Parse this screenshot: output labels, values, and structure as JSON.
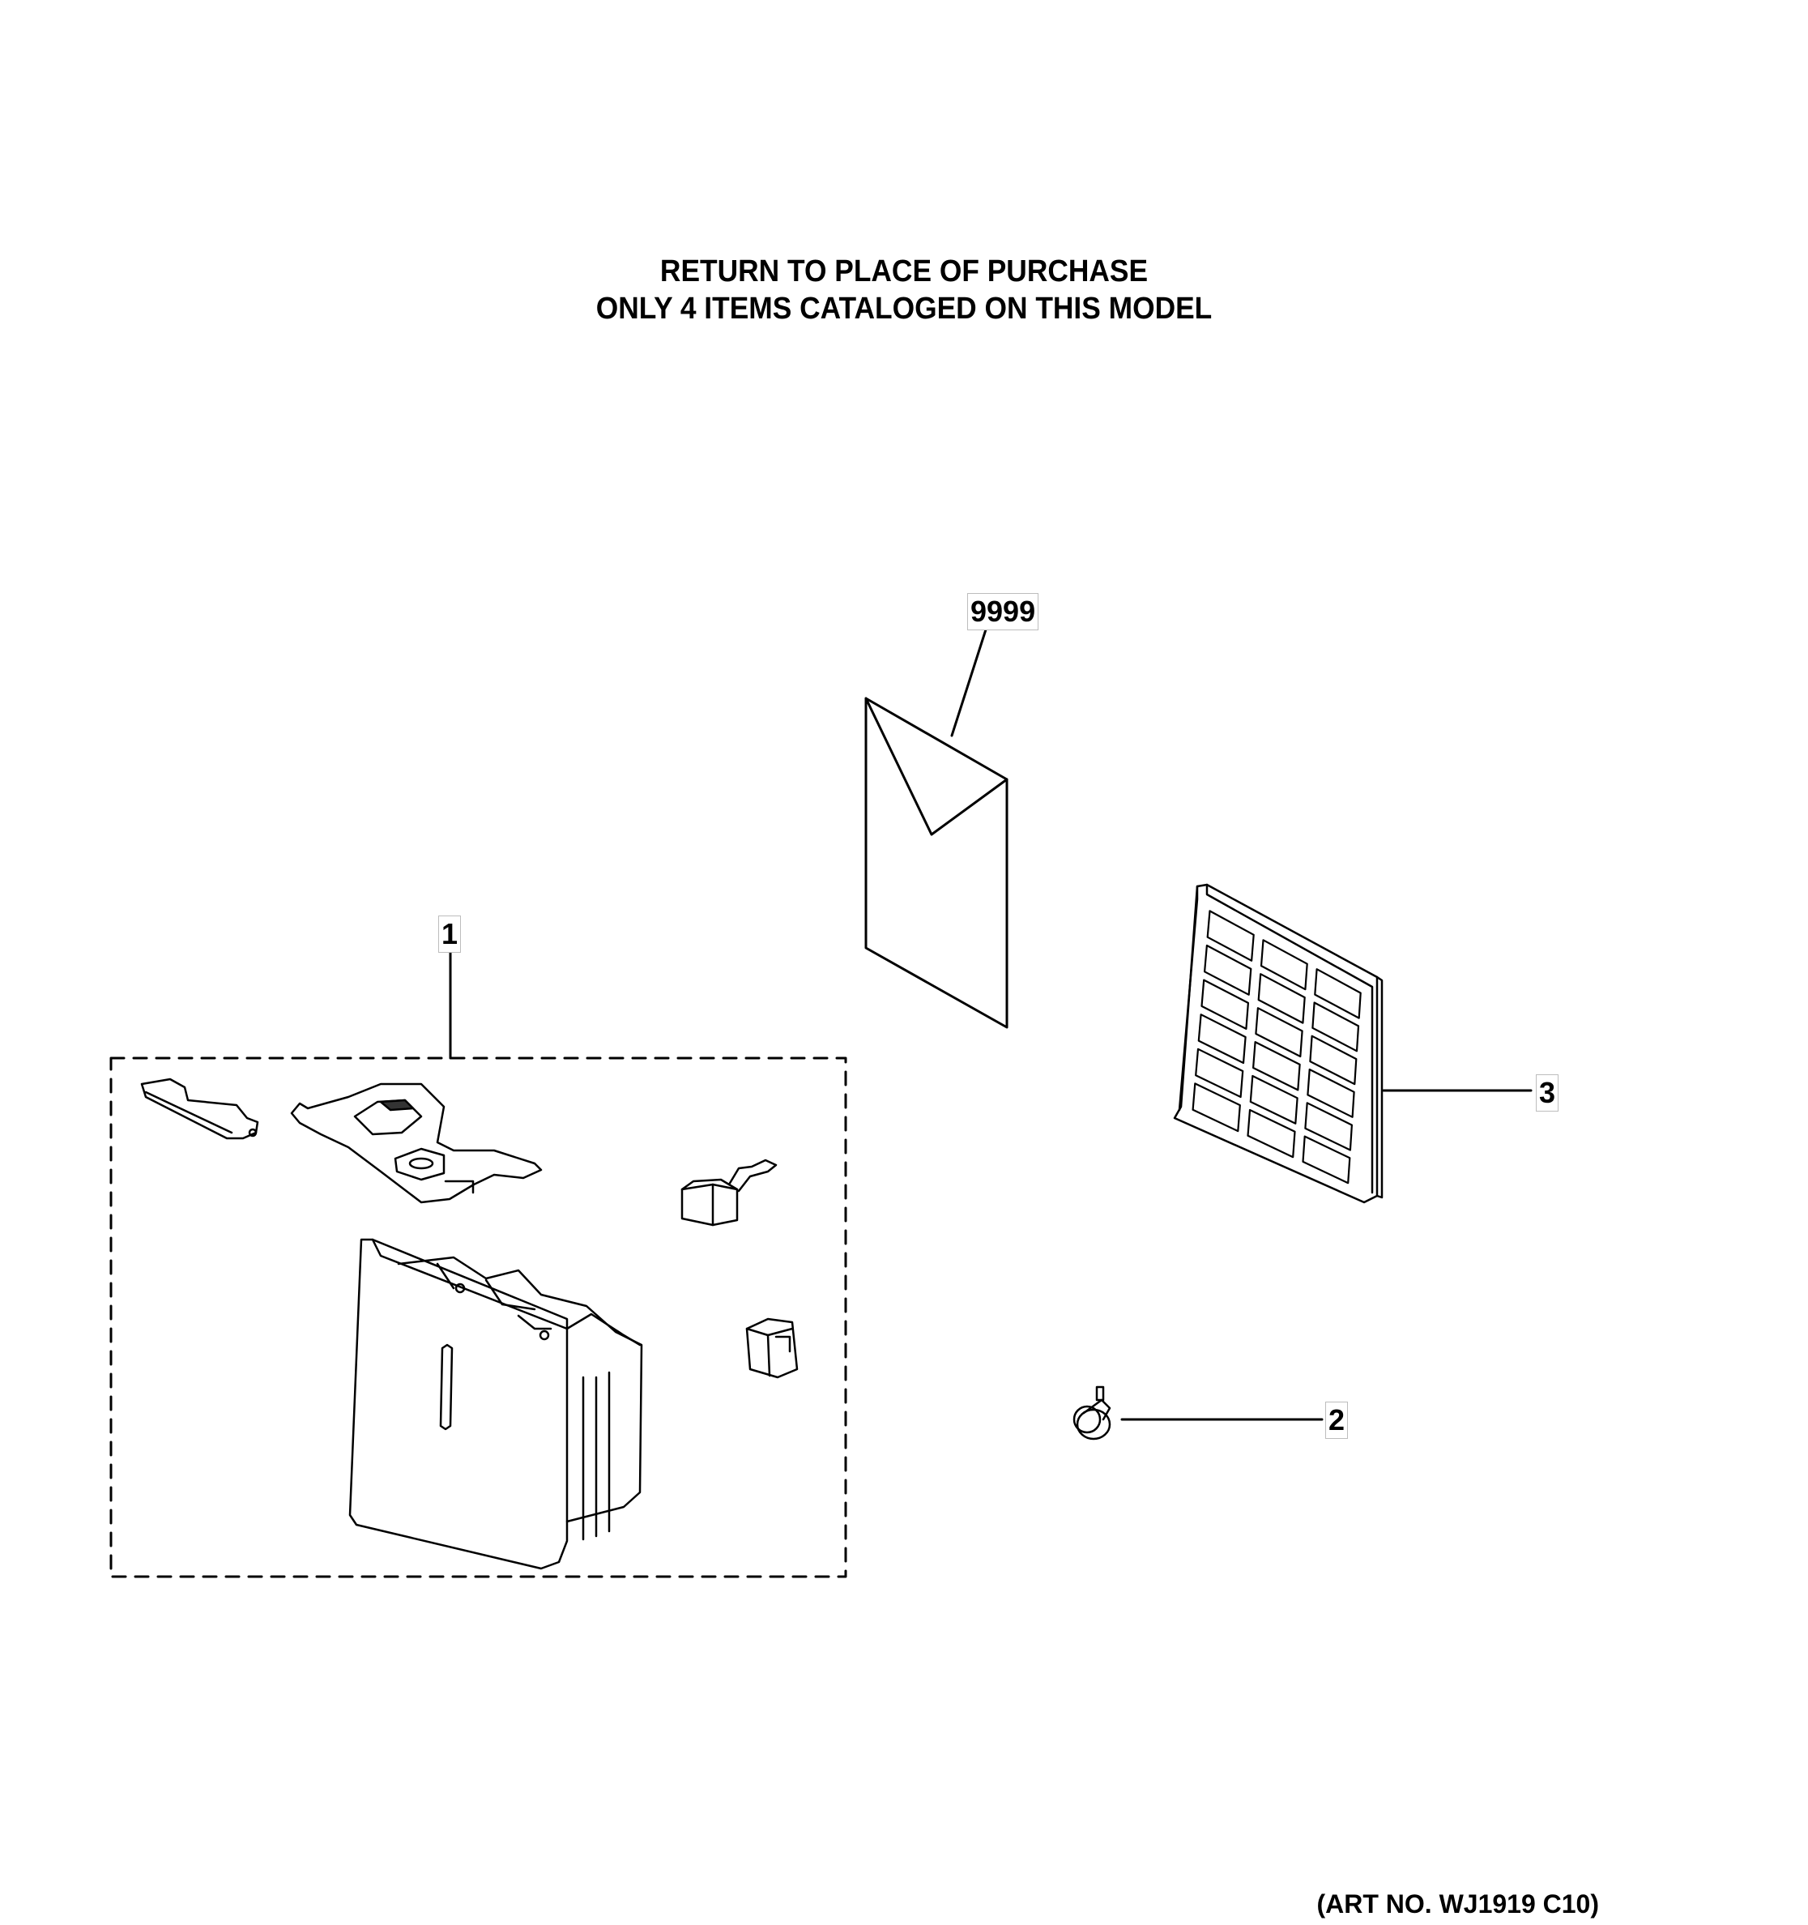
{
  "header": {
    "line1": "RETURN TO PLACE OF PURCHASE",
    "line2": "ONLY 4 ITEMS CATALOGED ON THIS MODEL"
  },
  "callouts": {
    "manual": "9999",
    "bucket_kit": "1",
    "filter": "3",
    "caster": "2"
  },
  "art_number": "(ART NO. WJ1919 C10)"
}
